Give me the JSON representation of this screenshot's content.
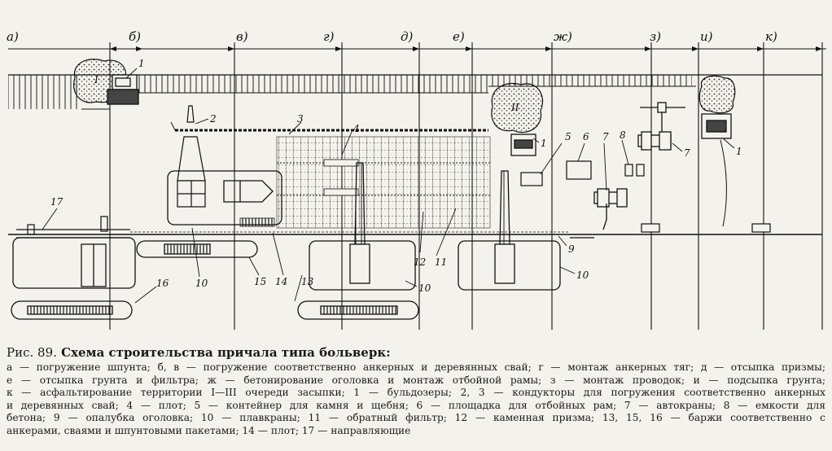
{
  "stages": [
    "а)",
    "б)",
    "в)",
    "г)",
    "д)",
    "е)",
    "ж)",
    "з)",
    "и)",
    "к)"
  ],
  "callouts": {
    "n1": "1",
    "n2": "2",
    "n3": "3",
    "n4": "4",
    "n5": "5",
    "n6": "6",
    "n7": "7",
    "n8": "8",
    "n9": "9",
    "n10": "10",
    "n11": "11",
    "n12": "12",
    "n13": "13",
    "n14": "14",
    "n15": "15",
    "n16": "16",
    "n17": "17"
  },
  "areas": {
    "I": "I",
    "II": "II"
  },
  "caption": {
    "title_prefix": "Рис. 89.",
    "title": "Схема строительства причала типа больверк:",
    "lines": [
      "а — погружение шпунта; б, в — погружение соответственно анкерных и деревянных свай; г — монтаж анкерных тяг; д — отсыпка призмы;",
      "е — отсыпка грунта и фильтра; ж — бетонирование оголовка и монтаж отбойной рамы; з — монтаж проводок; и — подсыпка грунта;",
      "к — асфальтирование территории I—III очереди засыпки; 1 — бульдозеры; 2, 3 — кондукторы для погружения соответственно анкерных",
      "и деревянных свай; 4 — плот; 5 — контейнер для камня и щебня; 6 — площадка для отбойных рам; 7 — автокраны; 8 — емкости для",
      "бетона; 9 — опалубка оголовка; 10 — плавкраны; 11 — обратный фильтр; 12 — каменная призма; 13, 15, 16 — баржи соответственно с",
      "анкерами, сваями и шпунтовыми пакетами; 14 — плот; 17 — направляющие"
    ]
  }
}
